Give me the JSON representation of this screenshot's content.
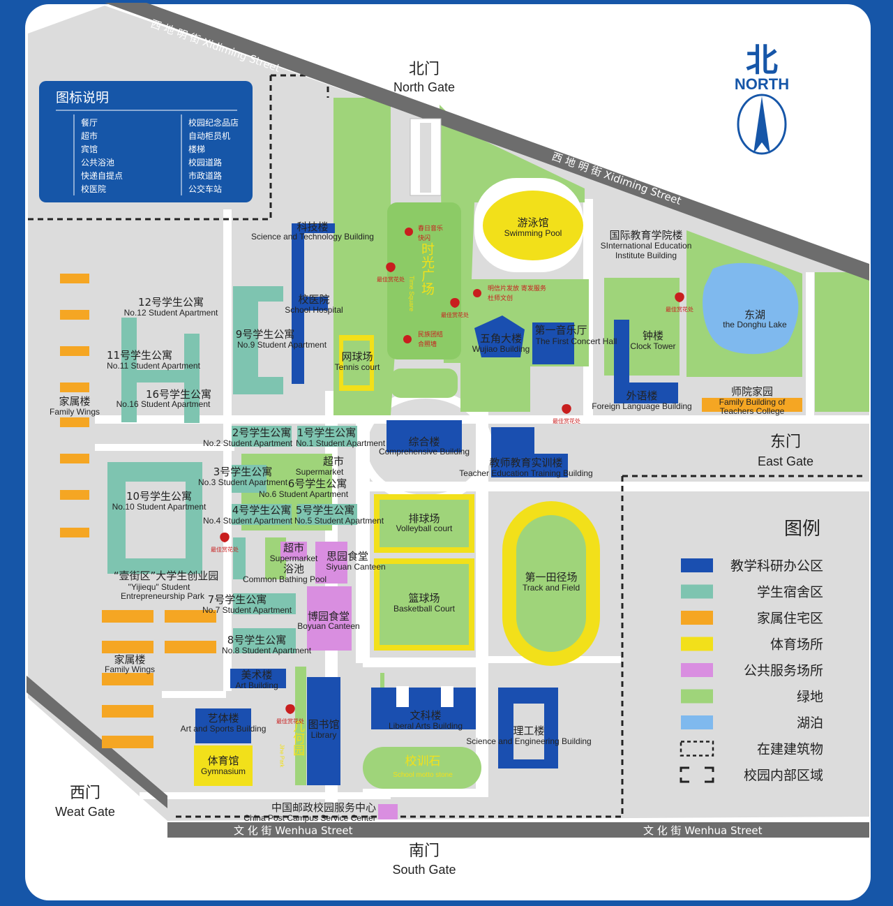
{
  "streets": {
    "xidiming_top": "西 地 明 街 Xidiming Street",
    "xidiming_right": "西 地 明 街 Xidiming Street",
    "wenhua_left": "文 化 街 Wenhua Street",
    "wenhua_right": "文 化 街 Wenhua Street"
  },
  "gates": {
    "north_cn": "北门",
    "north_en": "North Gate",
    "east_cn": "东门",
    "east_en": "East Gate",
    "south_cn": "南门",
    "south_en": "South Gate",
    "west_cn": "西门",
    "west_en": "Weat Gate"
  },
  "compass": {
    "cn": "北",
    "en": "NORTH"
  },
  "icon_legend": {
    "title": "图标说明",
    "left": [
      "餐厅",
      "超市",
      "宾馆",
      "公共浴池",
      "快递自提点",
      "校医院"
    ],
    "right": [
      "校园纪念品店",
      "自动柜员机",
      "楼梯",
      "校园道路",
      "市政道路",
      "公交车站"
    ]
  },
  "legend": {
    "title": "图例",
    "items": [
      {
        "label": "教学科研办公区",
        "color": "#1a4fb0"
      },
      {
        "label": "学生宿舍区",
        "color": "#7ec4b0"
      },
      {
        "label": "家属住宅区",
        "color": "#f5a623"
      },
      {
        "label": "体育场所",
        "color": "#f2e01a"
      },
      {
        "label": "公共服务场所",
        "color": "#d98ee0"
      },
      {
        "label": "绿地",
        "color": "#9fd47a"
      },
      {
        "label": "湖泊",
        "color": "#7fb9ee"
      },
      {
        "label": "在建建筑物",
        "color": ""
      },
      {
        "label": "校园内部区域",
        "color": ""
      }
    ]
  },
  "buildings": {
    "science_tech": {
      "cn": "科技楼",
      "en": "Science and Technology Building"
    },
    "hospital": {
      "cn": "校医院",
      "en": "School Hospital"
    },
    "apt12": {
      "cn": "12号学生公寓",
      "en": "No.12 Student Apartment"
    },
    "apt11": {
      "cn": "11号学生公寓",
      "en": "No.11 Student Apartment"
    },
    "apt16": {
      "cn": "16号学生公寓",
      "en": "No.16 Student Apartment"
    },
    "apt9": {
      "cn": "9号学生公寓",
      "en": "No.9 Student Apartment"
    },
    "family_left": {
      "cn": "家属楼",
      "en": "Family Wings"
    },
    "family_lower": {
      "cn": "家属楼",
      "en": "Family Wings"
    },
    "apt2": {
      "cn": "2号学生公寓",
      "en": "No.2 Student Apartment"
    },
    "apt1": {
      "cn": "1号学生公寓",
      "en": "No.1 Student Apartment"
    },
    "apt3": {
      "cn": "3号学生公寓",
      "en": "No.3 Student Apartment"
    },
    "supermarket1": {
      "cn": "超市",
      "en": "Supermarket"
    },
    "apt6": {
      "cn": "6号学生公寓",
      "en": "No.6 Student Apartment"
    },
    "apt10": {
      "cn": "10号学生公寓",
      "en": "No.10 Student Apartment"
    },
    "apt4": {
      "cn": "4号学生公寓",
      "en": "No.4 Student Apartment"
    },
    "apt5": {
      "cn": "5号学生公寓",
      "en": "No.5 Student Apartment"
    },
    "supermarket2": {
      "cn": "超市",
      "en": "Supermarket"
    },
    "bath": {
      "cn": "浴池",
      "en": "Common Bathing Pool"
    },
    "siyuan": {
      "cn": "思园食堂",
      "en": "Siyuan Canteen"
    },
    "yijie": {
      "cn": "“壹街区”大学生创业园",
      "en1": "\"Yijiequ\" Student",
      "en2": "Entrepreneurship Park"
    },
    "apt7": {
      "cn": "7号学生公寓",
      "en": "No.7 Student Apartment"
    },
    "boyuan": {
      "cn": "博园食堂",
      "en": "Boyuan Canteen"
    },
    "apt8": {
      "cn": "8号学生公寓",
      "en": "No.8 Student Apartment"
    },
    "art": {
      "cn": "美术楼",
      "en": "Art Building"
    },
    "art_sports": {
      "cn": "艺体楼",
      "en": "Art and Sports Building"
    },
    "gym": {
      "cn": "体育馆",
      "en": "Gymnasium"
    },
    "library": {
      "cn": "图书馆",
      "en": "Library"
    },
    "jihe": {
      "cn": "几何园",
      "en": "Jihe Park"
    },
    "liberal_arts": {
      "cn": "文科楼",
      "en": "Liberal Arts Building"
    },
    "motto": {
      "cn": "校训石",
      "en": "School motto stone"
    },
    "sci_eng": {
      "cn": "理工楼",
      "en": "Science and Engineering Building"
    },
    "post": {
      "cn": "中国邮政校园服务中心",
      "en": "China Post Campus Service Center"
    },
    "tennis": {
      "cn": "网球场",
      "en": "Tennis court"
    },
    "shiguang": {
      "cn": "时光广场",
      "en": "Time Square"
    },
    "comprehensive": {
      "cn": "综合楼",
      "en": "Comprehensive Building"
    },
    "teacher_training": {
      "cn": "教师教育实训楼",
      "en": "Teacher Education Training Building"
    },
    "volleyball": {
      "cn": "排球场",
      "en": "Volleyball court"
    },
    "basketball": {
      "cn": "篮球场",
      "en": "Basketball Court"
    },
    "track": {
      "cn": "第一田径场",
      "en": "Track and Field"
    },
    "pool": {
      "cn": "游泳馆",
      "en": "Swimming Pool"
    },
    "intl": {
      "cn": "国际教育学院楼",
      "en1": "SInternational Education",
      "en2": "Institute Building"
    },
    "wujiao": {
      "cn": "五角大楼",
      "en": "Wujiao Building"
    },
    "concert": {
      "cn": "第一音乐厅",
      "en": "The First Concert Hall"
    },
    "clock": {
      "cn": "钟楼",
      "en": "Clock Tower"
    },
    "foreign": {
      "cn": "外语楼",
      "en": "Foreign Language Building"
    },
    "donghu": {
      "cn": "东湖",
      "en": "the Donghu Lake"
    },
    "teachers_college": {
      "cn": "师院家园",
      "en1": "Family Building of",
      "en2": "Teachers College"
    }
  },
  "pois": {
    "chunri": [
      "春日音乐",
      "快闪"
    ],
    "mingxin": [
      "明信片发放 寄发服务",
      "杜师文创"
    ],
    "minsu": [
      "民族团结",
      "合照墙"
    ],
    "flower": "最佳赏花处"
  }
}
